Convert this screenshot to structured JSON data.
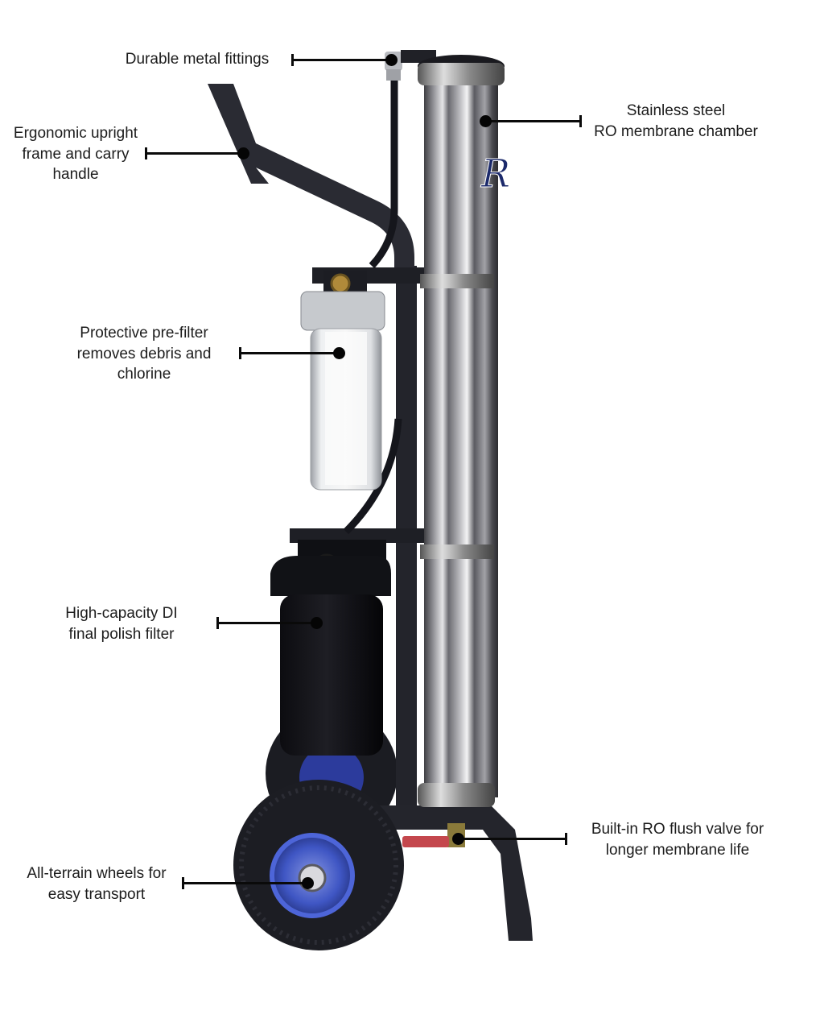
{
  "diagram": {
    "subject": "Portable RO/DI water filtration cart",
    "background_color": "#ffffff",
    "leader_color": "#0a0a0a",
    "callouts": [
      {
        "id": "fittings",
        "lines": [
          "Durable metal fittings"
        ],
        "target": "top elbow fitting"
      },
      {
        "id": "handle",
        "lines": [
          "Ergonomic upright",
          "frame and carry",
          "handle"
        ],
        "target": "carry handle"
      },
      {
        "id": "membrane",
        "lines": [
          "Stainless steel",
          "RO membrane chamber"
        ],
        "target": "stainless steel housing"
      },
      {
        "id": "prefilter",
        "lines": [
          "Protective pre-filter",
          "removes debris and",
          "chlorine"
        ],
        "target": "clear pre-filter housing"
      },
      {
        "id": "di_filter",
        "lines": [
          "High-capacity DI",
          "final polish filter"
        ],
        "target": "black DI housing"
      },
      {
        "id": "flush_valve",
        "lines": [
          "Built-in RO flush valve for",
          "longer membrane life"
        ],
        "target": "red-handled ball valve"
      },
      {
        "id": "wheels",
        "lines": [
          "All-terrain wheels for",
          "easy transport"
        ],
        "target": "wheel hub"
      }
    ],
    "logo_mark": "R"
  }
}
